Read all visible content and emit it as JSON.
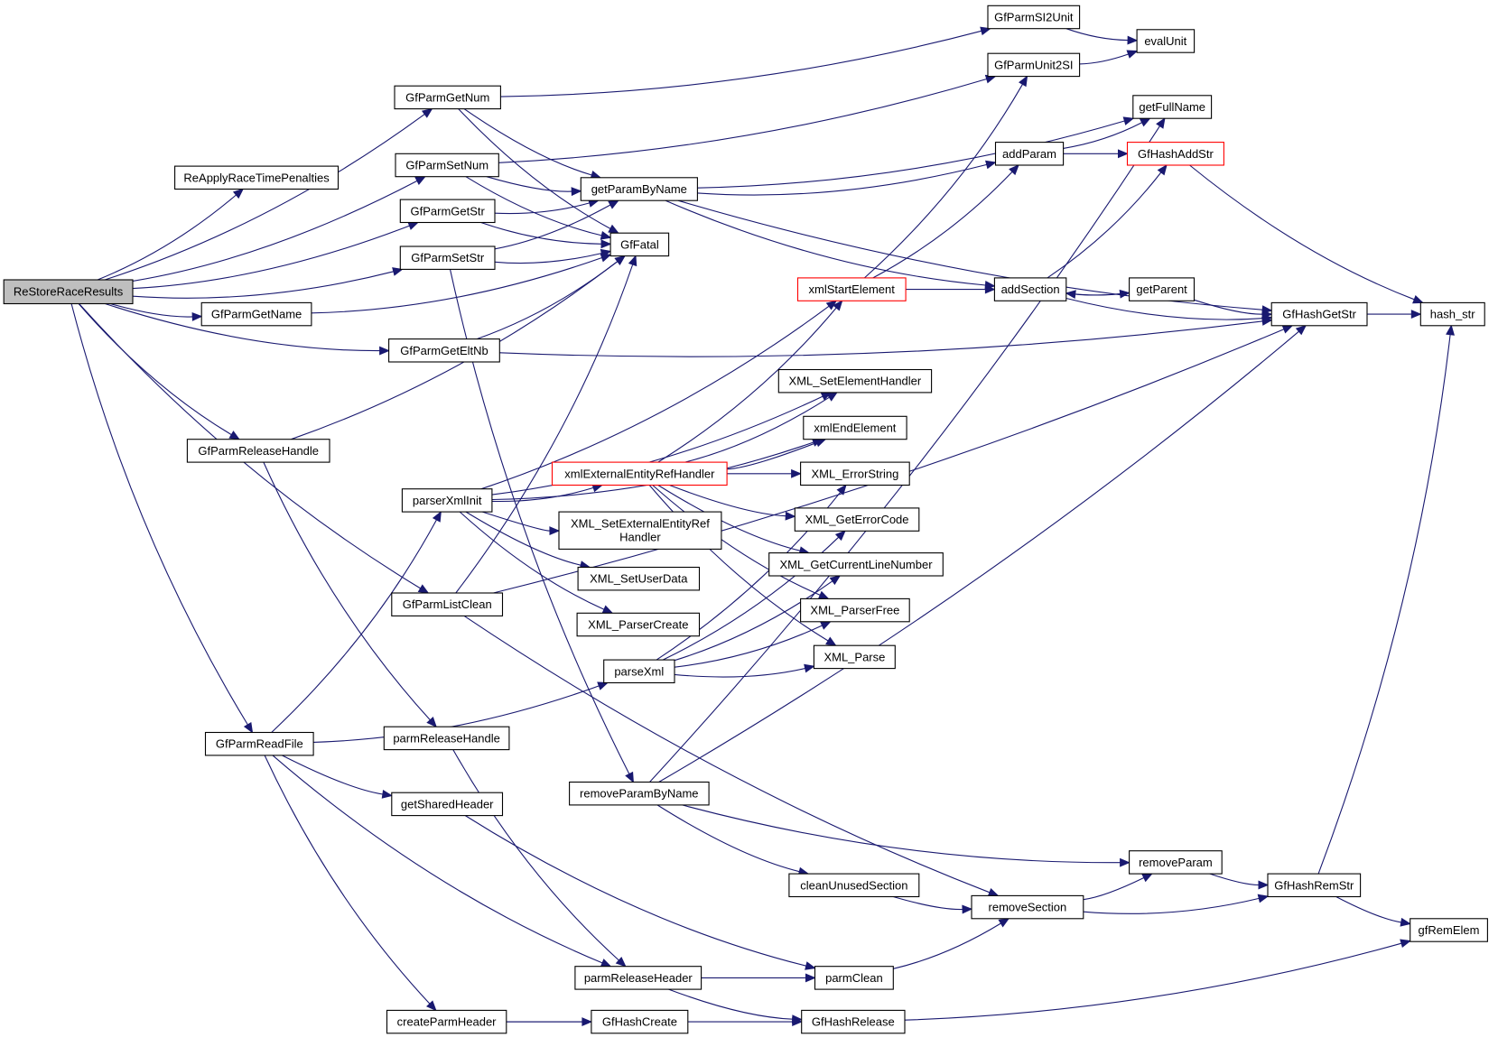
{
  "graph": {
    "title": "ReStoreRaceResults call graph",
    "colors": {
      "edge": "#191970",
      "root_fill": "#bfbfbf",
      "node_fill": "#ffffff",
      "node_border": "#000000",
      "truncated_border": "#ff0000"
    },
    "root": "ReStoreRaceResults",
    "truncated_nodes": [
      "xmlStartElement",
      "GfHashAddStr",
      "xmlExternalEntityRefHandler"
    ],
    "nodes": [
      {
        "id": "ReStoreRaceResults",
        "label": "ReStoreRaceResults"
      },
      {
        "id": "GfParmGetNum",
        "label": "GfParmGetNum"
      },
      {
        "id": "ReApplyRaceTimePenalties",
        "label": "ReApplyRaceTimePenalties"
      },
      {
        "id": "GfParmSetNum",
        "label": "GfParmSetNum"
      },
      {
        "id": "GfParmGetStr",
        "label": "GfParmGetStr"
      },
      {
        "id": "GfParmSetStr",
        "label": "GfParmSetStr"
      },
      {
        "id": "GfParmGetName",
        "label": "GfParmGetName"
      },
      {
        "id": "GfParmGetEltNb",
        "label": "GfParmGetEltNb"
      },
      {
        "id": "GfParmReleaseHandle",
        "label": "GfParmReleaseHandle"
      },
      {
        "id": "GfParmReadFile",
        "label": "GfParmReadFile"
      },
      {
        "id": "GfParmListClean",
        "label": "GfParmListClean"
      },
      {
        "id": "parserXmlInit",
        "label": "parserXmlInit"
      },
      {
        "id": "parmReleaseHandle",
        "label": "parmReleaseHandle"
      },
      {
        "id": "getSharedHeader",
        "label": "getSharedHeader"
      },
      {
        "id": "createParmHeader",
        "label": "createParmHeader"
      },
      {
        "id": "GfParmSI2Unit",
        "label": "GfParmSI2Unit"
      },
      {
        "id": "GfParmUnit2SI",
        "label": "GfParmUnit2SI"
      },
      {
        "id": "evalUnit",
        "label": "evalUnit"
      },
      {
        "id": "getParamByName",
        "label": "getParamByName"
      },
      {
        "id": "GfFatal",
        "label": "GfFatal"
      },
      {
        "id": "getFullName",
        "label": "getFullName"
      },
      {
        "id": "addParam",
        "label": "addParam"
      },
      {
        "id": "GfHashAddStr",
        "label": "GfHashAddStr"
      },
      {
        "id": "xmlStartElement",
        "label": "xmlStartElement"
      },
      {
        "id": "addSection",
        "label": "addSection"
      },
      {
        "id": "getParent",
        "label": "getParent"
      },
      {
        "id": "GfHashGetStr",
        "label": "GfHashGetStr"
      },
      {
        "id": "hash_str",
        "label": "hash_str"
      },
      {
        "id": "XML_SetElementHandler",
        "label": "XML_SetElementHandler"
      },
      {
        "id": "xmlEndElement",
        "label": "xmlEndElement"
      },
      {
        "id": "xmlExternalEntityRefHandler",
        "label": "xmlExternalEntityRefHandler"
      },
      {
        "id": "XML_ErrorString",
        "label": "XML_ErrorString"
      },
      {
        "id": "XML_SetExternalEntityRefHandler",
        "label": "XML_SetExternalEntityRef",
        "label2": "Handler"
      },
      {
        "id": "XML_GetErrorCode",
        "label": "XML_GetErrorCode"
      },
      {
        "id": "XML_GetCurrentLineNumber",
        "label": "XML_GetCurrentLineNumber"
      },
      {
        "id": "XML_SetUserData",
        "label": "XML_SetUserData"
      },
      {
        "id": "XML_ParserFree",
        "label": "XML_ParserFree"
      },
      {
        "id": "XML_ParserCreate",
        "label": "XML_ParserCreate"
      },
      {
        "id": "parseXml",
        "label": "parseXml"
      },
      {
        "id": "XML_Parse",
        "label": "XML_Parse"
      },
      {
        "id": "removeParamByName",
        "label": "removeParamByName"
      },
      {
        "id": "cleanUnusedSection",
        "label": "cleanUnusedSection"
      },
      {
        "id": "removeParam",
        "label": "removeParam"
      },
      {
        "id": "removeSection",
        "label": "removeSection"
      },
      {
        "id": "GfHashRemStr",
        "label": "GfHashRemStr"
      },
      {
        "id": "gfRemElem",
        "label": "gfRemElem"
      },
      {
        "id": "parmReleaseHeader",
        "label": "parmReleaseHeader"
      },
      {
        "id": "parmClean",
        "label": "parmClean"
      },
      {
        "id": "GfHashCreate",
        "label": "GfHashCreate"
      },
      {
        "id": "GfHashRelease",
        "label": "GfHashRelease"
      }
    ],
    "edges": [
      [
        "ReStoreRaceResults",
        "GfParmGetNum"
      ],
      [
        "ReStoreRaceResults",
        "GfParmSetNum"
      ],
      [
        "ReStoreRaceResults",
        "ReApplyRaceTimePenalties"
      ],
      [
        "ReStoreRaceResults",
        "GfParmGetStr"
      ],
      [
        "ReStoreRaceResults",
        "GfParmSetStr"
      ],
      [
        "ReStoreRaceResults",
        "GfParmGetName"
      ],
      [
        "ReStoreRaceResults",
        "GfParmGetEltNb"
      ],
      [
        "ReStoreRaceResults",
        "GfParmReleaseHandle"
      ],
      [
        "ReStoreRaceResults",
        "GfParmListClean"
      ],
      [
        "ReStoreRaceResults",
        "GfParmReadFile"
      ],
      [
        "GfParmGetNum",
        "GfParmSI2Unit"
      ],
      [
        "GfParmGetNum",
        "getParamByName"
      ],
      [
        "GfParmGetNum",
        "GfFatal"
      ],
      [
        "GfParmSetNum",
        "GfParmUnit2SI"
      ],
      [
        "GfParmSetNum",
        "getParamByName"
      ],
      [
        "GfParmSetNum",
        "GfFatal"
      ],
      [
        "GfParmGetStr",
        "getParamByName"
      ],
      [
        "GfParmGetStr",
        "GfFatal"
      ],
      [
        "GfParmSetStr",
        "getParamByName"
      ],
      [
        "GfParmSetStr",
        "GfFatal"
      ],
      [
        "GfParmSetStr",
        "removeParamByName"
      ],
      [
        "GfParmGetName",
        "GfFatal"
      ],
      [
        "GfParmGetEltNb",
        "GfFatal"
      ],
      [
        "GfParmGetEltNb",
        "GfHashGetStr"
      ],
      [
        "GfParmReleaseHandle",
        "GfFatal"
      ],
      [
        "GfParmReleaseHandle",
        "parmReleaseHandle"
      ],
      [
        "GfParmListClean",
        "GfFatal"
      ],
      [
        "GfParmListClean",
        "GfHashGetStr"
      ],
      [
        "GfParmListClean",
        "removeSection"
      ],
      [
        "GfParmReadFile",
        "parserXmlInit"
      ],
      [
        "GfParmReadFile",
        "parseXml"
      ],
      [
        "GfParmReadFile",
        "getSharedHeader"
      ],
      [
        "GfParmReadFile",
        "parmReleaseHeader"
      ],
      [
        "GfParmReadFile",
        "createParmHeader"
      ],
      [
        "GfParmSI2Unit",
        "evalUnit"
      ],
      [
        "GfParmUnit2SI",
        "evalUnit"
      ],
      [
        "getParamByName",
        "getFullName"
      ],
      [
        "getParamByName",
        "addParam"
      ],
      [
        "getParamByName",
        "GfHashGetStr"
      ],
      [
        "getParamByName",
        "addSection"
      ],
      [
        "addParam",
        "getFullName"
      ],
      [
        "addParam",
        "GfHashAddStr"
      ],
      [
        "GfHashAddStr",
        "hash_str"
      ],
      [
        "xmlStartElement",
        "GfParmUnit2SI"
      ],
      [
        "xmlStartElement",
        "addParam"
      ],
      [
        "xmlStartElement",
        "addSection"
      ],
      [
        "addSection",
        "GfHashAddStr"
      ],
      [
        "addSection",
        "getParent"
      ],
      [
        "addSection",
        "GfHashGetStr"
      ],
      [
        "getParent",
        "addSection"
      ],
      [
        "getParent",
        "GfHashGetStr"
      ],
      [
        "GfHashGetStr",
        "hash_str"
      ],
      [
        "parserXmlInit",
        "XML_SetElementHandler"
      ],
      [
        "parserXmlInit",
        "xmlStartElement"
      ],
      [
        "parserXmlInit",
        "xmlEndElement"
      ],
      [
        "parserXmlInit",
        "xmlExternalEntityRefHandler"
      ],
      [
        "parserXmlInit",
        "XML_SetExternalEntityRefHandler"
      ],
      [
        "parserXmlInit",
        "XML_SetUserData"
      ],
      [
        "parserXmlInit",
        "XML_ParserCreate"
      ],
      [
        "xmlExternalEntityRefHandler",
        "xmlStartElement"
      ],
      [
        "xmlExternalEntityRefHandler",
        "XML_SetElementHandler"
      ],
      [
        "xmlExternalEntityRefHandler",
        "xmlEndElement"
      ],
      [
        "xmlExternalEntityRefHandler",
        "XML_ErrorString"
      ],
      [
        "xmlExternalEntityRefHandler",
        "XML_GetErrorCode"
      ],
      [
        "xmlExternalEntityRefHandler",
        "XML_GetCurrentLineNumber"
      ],
      [
        "xmlExternalEntityRefHandler",
        "XML_ParserFree"
      ],
      [
        "xmlExternalEntityRefHandler",
        "XML_Parse"
      ],
      [
        "parseXml",
        "XML_ErrorString"
      ],
      [
        "parseXml",
        "XML_GetErrorCode"
      ],
      [
        "parseXml",
        "XML_GetCurrentLineNumber"
      ],
      [
        "parseXml",
        "XML_ParserFree"
      ],
      [
        "parseXml",
        "XML_Parse"
      ],
      [
        "removeParamByName",
        "getFullName"
      ],
      [
        "removeParamByName",
        "GfHashGetStr"
      ],
      [
        "removeParamByName",
        "removeParam"
      ],
      [
        "removeParamByName",
        "cleanUnusedSection"
      ],
      [
        "cleanUnusedSection",
        "removeSection"
      ],
      [
        "removeSection",
        "removeParam"
      ],
      [
        "removeSection",
        "GfHashRemStr"
      ],
      [
        "removeParam",
        "GfHashRemStr"
      ],
      [
        "GfHashRemStr",
        "hash_str"
      ],
      [
        "GfHashRemStr",
        "gfRemElem"
      ],
      [
        "parmReleaseHandle",
        "parmReleaseHeader"
      ],
      [
        "getSharedHeader",
        "parmClean"
      ],
      [
        "parmReleaseHeader",
        "parmClean"
      ],
      [
        "parmReleaseHeader",
        "GfHashRelease"
      ],
      [
        "parmClean",
        "removeSection"
      ],
      [
        "createParmHeader",
        "GfHashCreate"
      ],
      [
        "createParmHeader",
        "GfHashRelease"
      ],
      [
        "GfHashRelease",
        "gfRemElem"
      ]
    ]
  }
}
